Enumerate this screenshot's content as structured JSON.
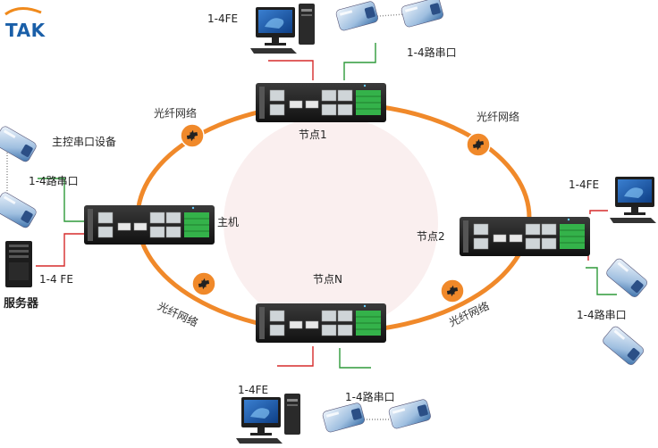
{
  "brand": {
    "logo_text": "TAK",
    "accent_color": "#f08a1c",
    "brand_color": "#1a5fa8"
  },
  "colors": {
    "fiber_ring": "#f0892a",
    "serial_line": "#2e9a3a",
    "ethernet_line": "#d62b2b"
  },
  "nodes": {
    "master": {
      "label": "主机"
    },
    "node1": {
      "label": "节点1"
    },
    "node2": {
      "label": "节点2"
    },
    "nodeN": {
      "label": "节点N"
    }
  },
  "fiber_labels": {
    "top_left": "光纤网络",
    "top_right": "光纤网络",
    "bottom_left": "光纤网络",
    "bottom_right": "光纤网络"
  },
  "endpoints": {
    "top_fe": "1-4FE",
    "top_serial": "1-4路串口",
    "master_serial_device": "主控串口设备",
    "master_serial": "1-4路串口",
    "master_fe": "1-4 FE",
    "server": "服务器",
    "right_fe": "1-4FE",
    "right_serial": "1-4路串口",
    "bottom_fe": "1-4FE",
    "bottom_serial": "1-4路串口"
  }
}
